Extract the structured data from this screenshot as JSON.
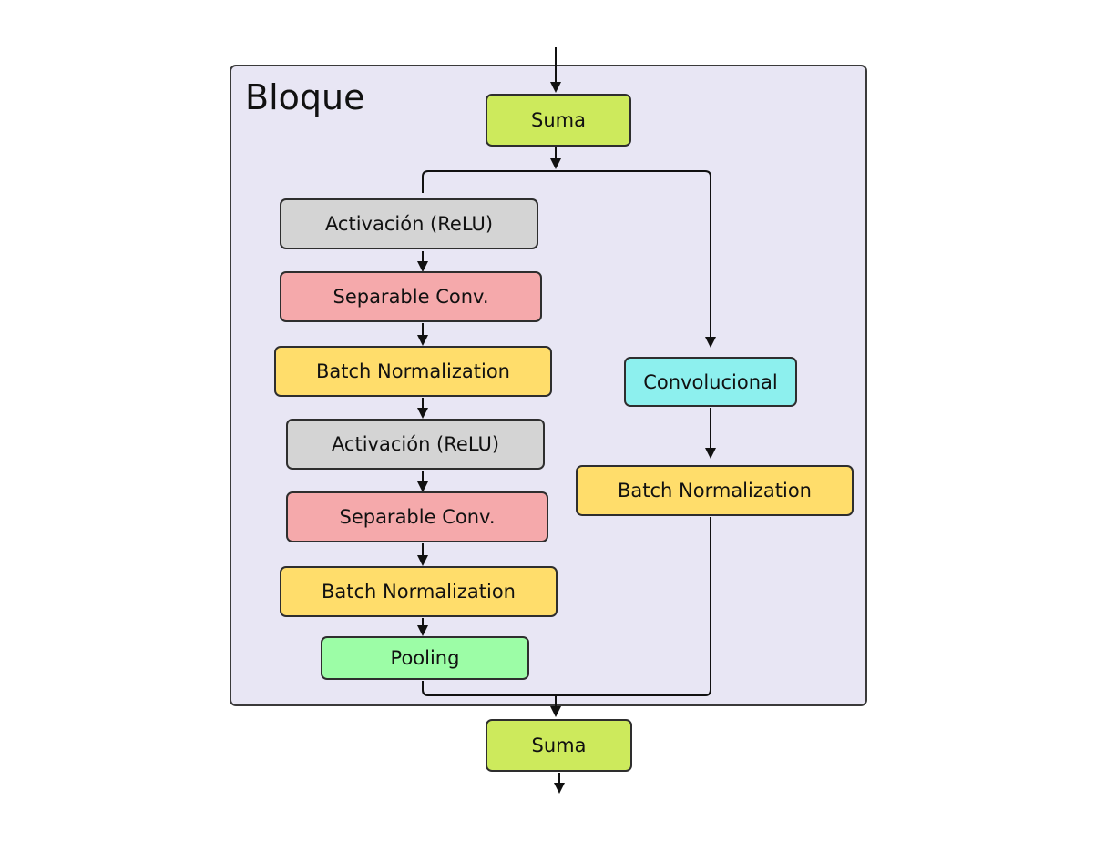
{
  "block": {
    "title": "Bloque"
  },
  "nodes": {
    "suma_in": "Suma",
    "act1": "Activación (ReLU)",
    "sep1": "Separable Conv.",
    "bn1": "Batch Normalization",
    "act2": "Activación (ReLU)",
    "sep2": "Separable Conv.",
    "bn2": "Batch Normalization",
    "pooling": "Pooling",
    "conv": "Convolucional",
    "bn_res": "Batch Normalization",
    "suma_out": "Suma"
  },
  "colors": {
    "block_bg": "#e8e6f4",
    "suma": "#cdea5c",
    "activation": "#d4d4d4",
    "separable_conv": "#f5a9ab",
    "batch_norm": "#ffdd6b",
    "convolutional": "#8df0ee",
    "pooling": "#9cfda6"
  }
}
